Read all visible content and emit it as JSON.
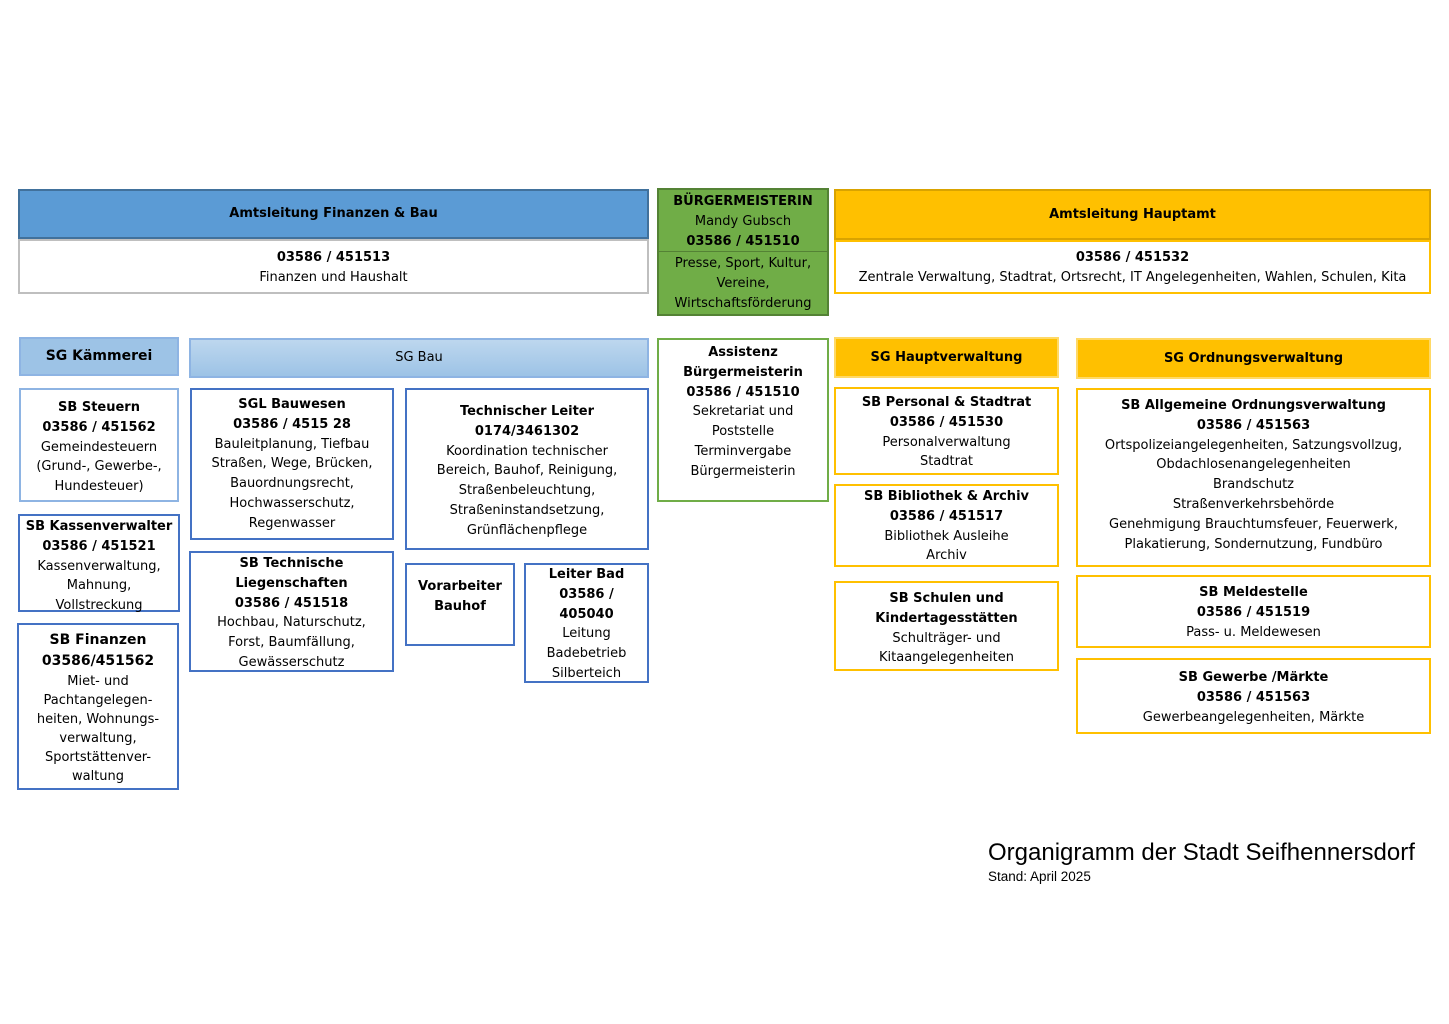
{
  "finanzen_bau": {
    "title": "Amtsleitung Finanzen & Bau",
    "phone": "03586 / 451513",
    "desc": "Finanzen und Haushalt"
  },
  "buergermeisterin": {
    "title": "BÜRGERMEISTERIN",
    "name": "Mandy Gubsch",
    "phone": "03586 / 451510",
    "tasks": [
      "Presse, Sport, Kultur,",
      "Vereine,",
      "Wirtschaftsförderung"
    ]
  },
  "hauptamt": {
    "title": "Amtsleitung Hauptamt",
    "phone": "03586 / 451532",
    "desc": "Zentrale Verwaltung, Stadtrat, Ortsrecht, IT Angelegenheiten, Wahlen, Schulen, Kita"
  },
  "sg_kaemmerei": {
    "title": "SG Kämmerei",
    "units": [
      {
        "lines": [
          "SB Steuern",
          "03586 / 451562",
          "Gemeindesteuern",
          "(Grund-, Gewerbe-,",
          "Hundesteuer)"
        ]
      },
      {
        "lines": [
          "SB Kassenverwalter",
          "03586 / 451521",
          "Kassenverwaltung,",
          "Mahnung,",
          "Vollstreckung"
        ]
      },
      {
        "lines": [
          "SB Finanzen",
          "03586/451562",
          "Miet- und",
          "Pachtangelegen-",
          "heiten, Wohnungs-",
          "verwaltung,",
          "Sportstättenver-",
          "waltung"
        ]
      }
    ]
  },
  "sg_bau": {
    "title": "SG Bau",
    "units": [
      {
        "lines": [
          "SGL Bauwesen",
          "03586 / 4515 28",
          "Bauleitplanung, Tiefbau",
          "Straßen, Wege, Brücken,",
          "Bauordnungsrecht,",
          "Hochwasserschutz,",
          "Regenwasser"
        ]
      },
      {
        "lines": [
          "SB Technische",
          "Liegenschaften",
          "03586 / 451518",
          "Hochbau, Naturschutz,",
          "Forst, Baumfällung,",
          "Gewässerschutz"
        ]
      },
      {
        "lines": [
          "Technischer Leiter",
          "0174/3461302",
          "Koordination technischer",
          "Bereich, Bauhof, Reinigung,",
          "Straßenbeleuchtung,",
          "Straßeninstandsetzung,",
          "Grünflächenpflege"
        ]
      },
      {
        "lines": [
          "Vorarbeiter",
          "Bauhof"
        ]
      },
      {
        "lines": [
          "Leiter Bad",
          "03586 /",
          "405040",
          "Leitung",
          "Badebetrieb",
          "Silberteich"
        ]
      }
    ]
  },
  "assistenz": {
    "lines": [
      "Assistenz",
      "Bürgermeisterin",
      "03586 / 451510",
      "Sekretariat und",
      "Poststelle",
      "Terminvergabe",
      "Bürgermeisterin"
    ]
  },
  "sg_hauptverwaltung": {
    "title": "SG Hauptverwaltung",
    "units": [
      {
        "lines": [
          "SB Personal & Stadtrat",
          "03586 / 451530",
          "Personalverwaltung",
          "Stadtrat"
        ]
      },
      {
        "lines": [
          "SB Bibliothek & Archiv",
          "03586 / 451517",
          "Bibliothek Ausleihe",
          "Archiv"
        ]
      },
      {
        "lines": [
          "SB Schulen und",
          "Kindertagesstätten",
          "Schulträger- und",
          "Kitaangelegenheiten"
        ]
      }
    ]
  },
  "sg_ordnungsverwaltung": {
    "title": "SG Ordnungsverwaltung",
    "units": [
      {
        "lines": [
          "SB Allgemeine Ordnungsverwaltung",
          "03586 / 451563",
          "Ortspolizeiangelegenheiten, Satzungsvollzug,",
          "Obdachlosenangelegenheiten",
          "Brandschutz",
          "Straßenverkehrsbehörde",
          "Genehmigung Brauchtumsfeuer, Feuerwerk,",
          "Plakatierung, Sondernutzung, Fundbüro"
        ]
      },
      {
        "lines": [
          "SB Meldestelle",
          "03586 / 451519",
          "Pass- u. Meldewesen"
        ]
      },
      {
        "lines": [
          "SB Gewerbe /Märkte",
          "03586 / 451563",
          "Gewerbeangelegenheiten, Märkte"
        ]
      }
    ]
  },
  "footer": {
    "title": "Organigramm der Stadt Seifhennersdorf",
    "stand": "Stand: April 2025"
  },
  "colors": {
    "blue_header": "#5b9bd5",
    "light_blue_header": "#9dc3e6",
    "green": "#70ad47",
    "yellow": "#ffc000"
  }
}
